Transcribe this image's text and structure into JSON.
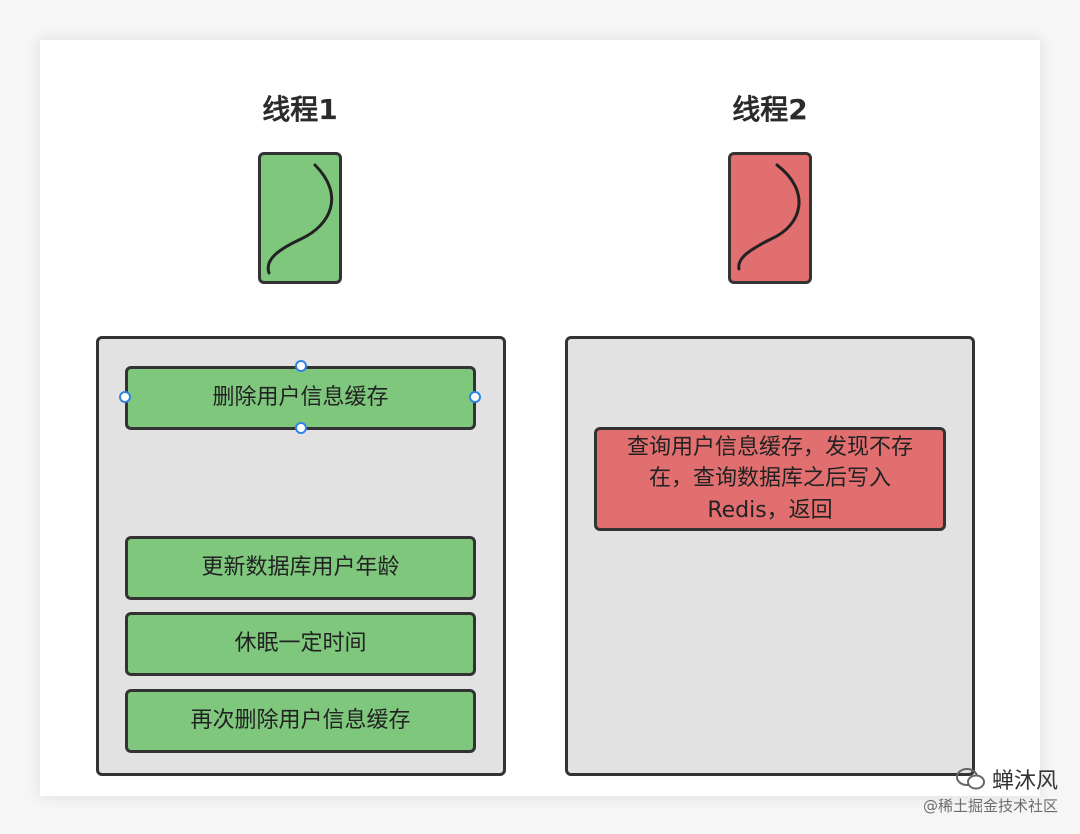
{
  "colors": {
    "thread1": "#7ec77d",
    "thread2": "#e26f70",
    "lane": "#e2e2e2",
    "selection": "#2f83e6"
  },
  "thread1": {
    "title": "线程1",
    "icon": "thread-squiggle-icon",
    "steps": [
      "删除用户信息缓存",
      "更新数据库用户年龄",
      "休眠一定时间",
      "再次删除用户信息缓存"
    ]
  },
  "thread2": {
    "title": "线程2",
    "icon": "thread-squiggle-icon",
    "steps": [
      "查询用户信息缓存，发现不存在，查询数据库之后写入Redis，返回"
    ]
  },
  "watermark": {
    "name": "蝉沐风",
    "sub": "@稀土掘金技术社区",
    "icon": "wechat-icon"
  }
}
